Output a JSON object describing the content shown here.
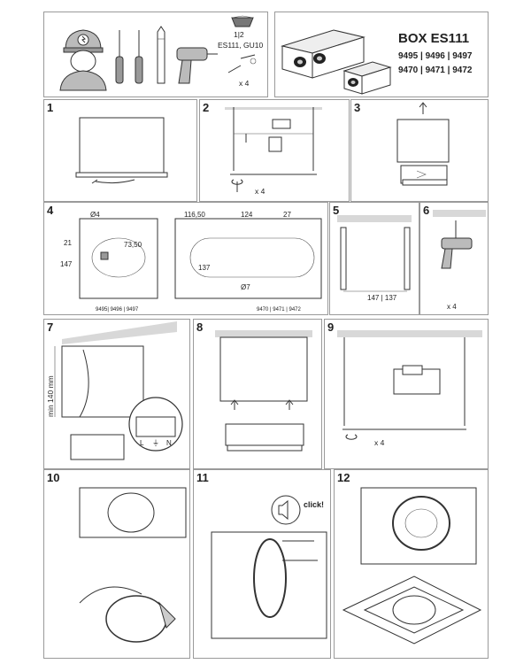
{
  "header": {
    "title": "BOX ES111",
    "codes_row1": "9495 | 9496 | 9497",
    "codes_row2": "9470 | 9471 | 9472",
    "bulb_fraction": "1|2",
    "bulb_types": "ES111, GU10",
    "screws_qty": "x 4"
  },
  "steps": {
    "s1": "1",
    "s2": "2",
    "s3": "3",
    "s4": "4",
    "s5": "5",
    "s6": "6",
    "s7": "7",
    "s8": "8",
    "s9": "9",
    "s10": "10",
    "s11": "11",
    "s12": "12"
  },
  "step2": {
    "qty": "x 4"
  },
  "step4": {
    "dim_phi4": "Ø4",
    "dim_21": "21",
    "dim_147": "147",
    "dim_7350": "73,50",
    "dim_11650": "116,50",
    "dim_124": "124",
    "dim_27": "27",
    "dim_137": "137",
    "dim_phi7": "Ø7",
    "codes_left": "9495| 9496 | 9497",
    "codes_right": "9470 | 9471 | 9472"
  },
  "step5": {
    "dims": "147 | 137"
  },
  "step6": {
    "qty": "x 4"
  },
  "step7": {
    "min_label": "min 140 mm",
    "t1": "L",
    "t2": "⏚",
    "t3": "N"
  },
  "step9": {
    "qty": "x 4"
  },
  "step11": {
    "click": "click!"
  }
}
